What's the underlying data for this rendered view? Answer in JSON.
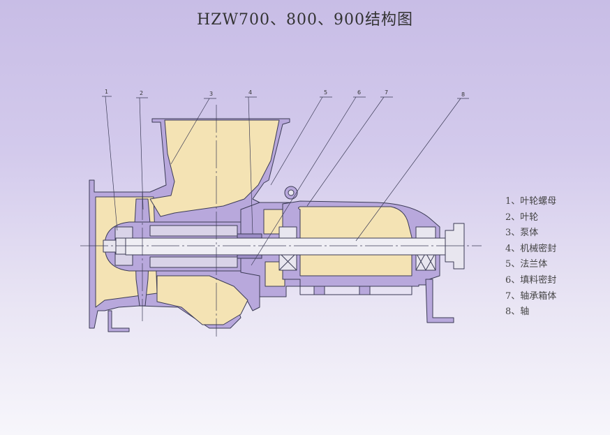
{
  "title": "HZW700、800、900结构图",
  "callouts": [
    "1",
    "2",
    "3",
    "4",
    "5",
    "6",
    "7",
    "8"
  ],
  "legend": [
    "1、叶轮螺母",
    "2、叶轮",
    "3、泵体",
    "4、机械密封",
    "5、法兰体",
    "6、填料密封",
    "7、轴承箱体",
    "8、轴"
  ],
  "colors": {
    "fluid": "#f4e3b4",
    "metal": "#b8a8dc",
    "line": "#3b3b55",
    "shaft": "#efeef4"
  }
}
